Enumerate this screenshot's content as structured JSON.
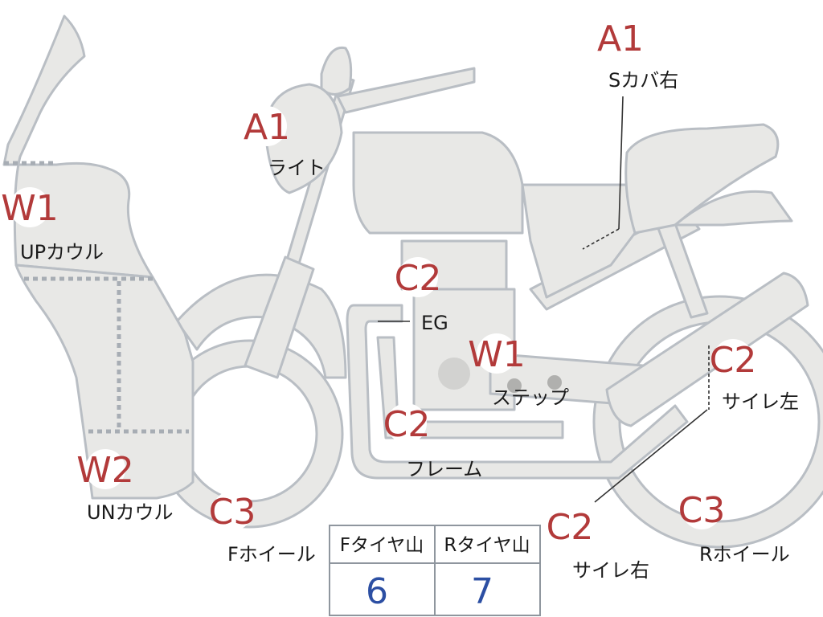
{
  "parts": {
    "s_cover_right": {
      "code": "A1",
      "label": "Sカバ右"
    },
    "light": {
      "code": "A1",
      "label": "ライト"
    },
    "up_cowl": {
      "code": "W1",
      "label": "UPカウル"
    },
    "engine": {
      "code": "C2",
      "label": "EG"
    },
    "step": {
      "code": "W1",
      "label": "ステップ"
    },
    "frame": {
      "code": "C2",
      "label": "フレーム"
    },
    "muffler_left": {
      "code": "C2",
      "label": "サイレ左"
    },
    "un_cowl": {
      "code": "W2",
      "label": "UNカウル"
    },
    "front_wheel": {
      "code": "C3",
      "label": "Fホイール"
    },
    "muffler_right": {
      "code": "C2",
      "label": "サイレ右"
    },
    "rear_wheel": {
      "code": "C3",
      "label": "Rホイール"
    }
  },
  "tire_table": {
    "front_header": "Fタイヤ山",
    "rear_header": "Rタイヤ山",
    "front_value": "6",
    "rear_value": "7"
  },
  "colors": {
    "code_red": "#b23a3a",
    "value_blue": "#2c4fa3",
    "part_fill": "#e8e8e6",
    "part_outline": "#b9bec4"
  }
}
